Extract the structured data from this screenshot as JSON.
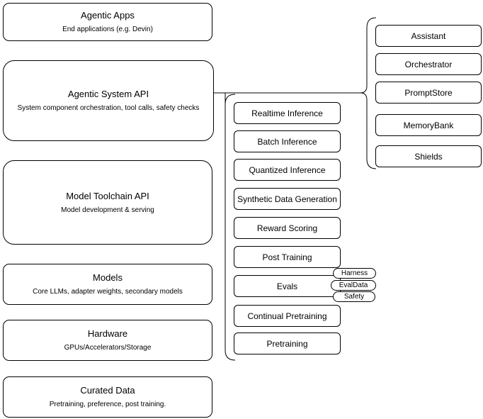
{
  "diagram": {
    "layers": [
      {
        "title": "Agentic Apps",
        "subtitle": "End applications (e.g. Devin)"
      },
      {
        "title": "Agentic System API",
        "subtitle": "System component orchestration, tool calls, safety checks"
      },
      {
        "title": "Model Toolchain API",
        "subtitle": "Model development & serving"
      },
      {
        "title": "Models",
        "subtitle": "Core LLMs, adapter weights, secondary models"
      },
      {
        "title": "Hardware",
        "subtitle": "GPUs/Accelerators/Storage"
      },
      {
        "title": "Curated Data",
        "subtitle": "Pretraining, preference, post training."
      }
    ],
    "toolchain_items": [
      "Realtime Inference",
      "Batch Inference",
      "Quantized Inference",
      "Synthetic Data Generation",
      "Reward Scoring",
      "Post Training",
      "Evals",
      "Continual Pretraining",
      "Pretraining"
    ],
    "evals_tags": [
      "Harness",
      "EvalData",
      "Safety"
    ],
    "system_components": [
      "Assistant",
      "Orchestrator",
      "PromptStore",
      "MemoryBank",
      "Shields"
    ],
    "colors": {
      "border": "#000000",
      "background": "#ffffff",
      "text": "#000000"
    }
  }
}
